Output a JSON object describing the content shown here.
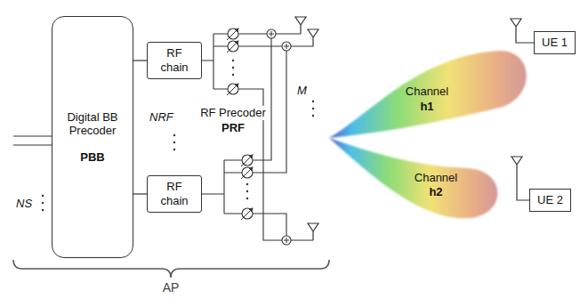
{
  "diagram": {
    "nodes": [
      {
        "text": [
          "Digital BB Precoder",
          "PBB"
        ]
      },
      {
        "text": [
          "RF chain"
        ]
      },
      {
        "text": [
          "RF chain"
        ]
      },
      {
        "text": [
          "Channel",
          "h1"
        ]
      },
      {
        "text": [
          "Channel",
          "h2"
        ]
      },
      {
        "text": [
          "UE 1"
        ]
      },
      {
        "text": [
          "UE 2"
        ]
      }
    ],
    "edges": [
      {
        "from": 0,
        "to": 1,
        "arrow": "none"
      },
      {
        "from": 0,
        "to": 2,
        "arrow": "none"
      }
    ],
    "labels": [
      "NS",
      "NRF",
      "RF Precoder",
      "PRF",
      "M",
      "AP"
    ]
  }
}
